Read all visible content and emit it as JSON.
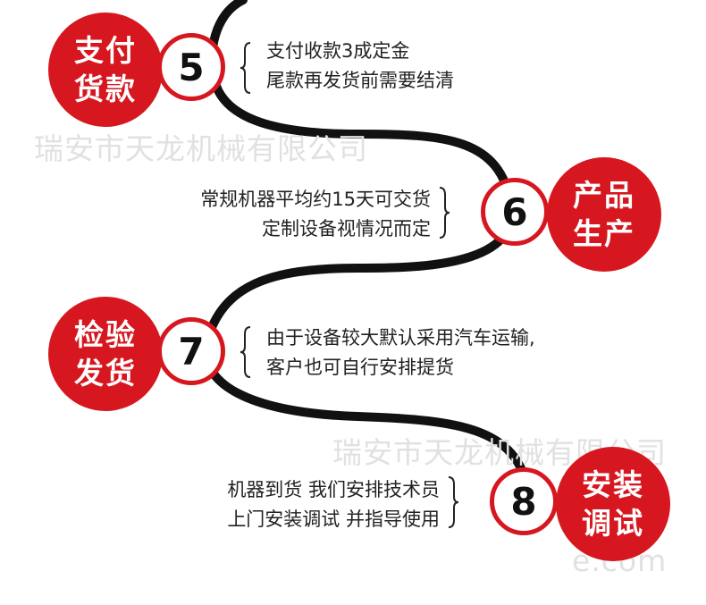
{
  "colors": {
    "accent": "#d7171f",
    "path": "#111111",
    "watermark": "#e1e1e1"
  },
  "steps": [
    {
      "num": "5",
      "title_line1": "支付",
      "title_line2": "货款",
      "desc_line1": "支付收款3成定金",
      "desc_line2": "尾款再发货前需要结清"
    },
    {
      "num": "6",
      "title_line1": "产品",
      "title_line2": "生产",
      "desc_line1": "常规机器平均约15天可交货",
      "desc_line2": "定制设备视情况而定"
    },
    {
      "num": "7",
      "title_line1": "检验",
      "title_line2": "发货",
      "desc_line1": "由于设备较大默认采用汽车运输,",
      "desc_line2": "客户也可自行安排提货"
    },
    {
      "num": "8",
      "title_line1": "安装",
      "title_line2": "调试",
      "desc_line1": "机器到货 我们安排技术员",
      "desc_line2": "上门安装调试 并指导使用"
    }
  ],
  "watermarks": [
    "瑞安市天龙机械有限公司",
    "瑞安市天龙机械有限公司",
    "e.com"
  ]
}
